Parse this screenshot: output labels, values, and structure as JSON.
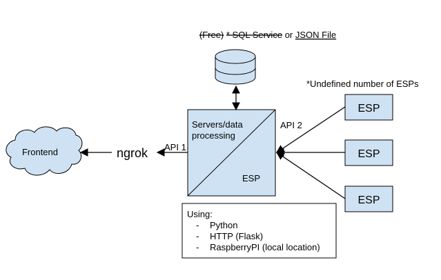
{
  "colors": {
    "node_fill": "#cfe2f3",
    "stroke": "#000000",
    "cloud_fill": "#cfe2f3"
  },
  "storage": {
    "label_free": "(Free)",
    "label_sql": "* SQL Service",
    "label_or": "or",
    "label_json": "JSON File",
    "icon": "database-icon"
  },
  "esp_note": "*Undefined number of ESPs",
  "server": {
    "title_line1": "Servers/data",
    "title_line2": "processing",
    "sub_label": "ESP"
  },
  "api_labels": {
    "api1": "API 1",
    "api2": "API 2"
  },
  "ngrok": "ngrok",
  "frontend": {
    "label": "Frontend",
    "icon": "cloud-icon"
  },
  "esps": [
    {
      "label": "ESP"
    },
    {
      "label": "ESP"
    },
    {
      "label": "ESP"
    }
  ],
  "using": {
    "title": "Using:",
    "items": [
      {
        "bullet": "-",
        "text": "Python"
      },
      {
        "bullet": "-",
        "text": "HTTP (Flask)"
      },
      {
        "bullet": "-",
        "text": "RaspberryPI (local location)"
      }
    ]
  }
}
